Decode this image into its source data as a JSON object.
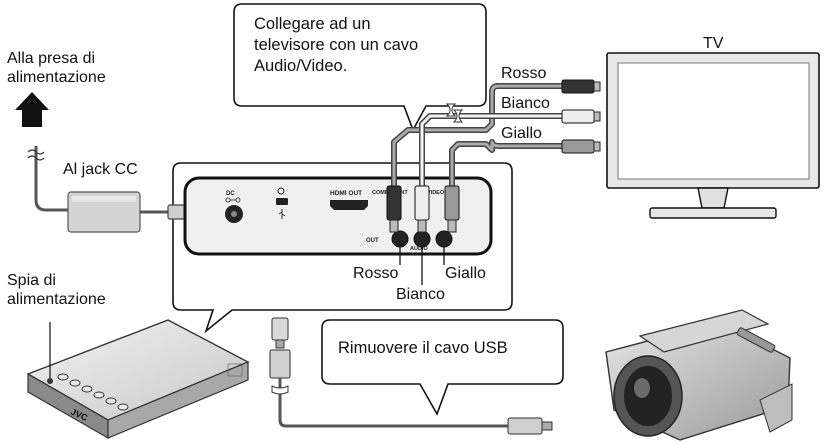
{
  "callout_tv": {
    "lines": [
      "Collegare ad un",
      "televisore con un cavo",
      "Audio/Video."
    ]
  },
  "callout_usb": {
    "text": "Rimuovere il cavo USB"
  },
  "labels": {
    "power_outlet": [
      "Alla presa di",
      "alimentazione"
    ],
    "dc_jack": "Al jack CC",
    "power_lamp": [
      "Spia di",
      "alimentazione"
    ],
    "tv": "TV",
    "cable_red": "Rosso",
    "cable_white": "Bianco",
    "cable_yellow": "Giallo",
    "jack_red": "Rosso",
    "jack_white": "Bianco",
    "jack_yellow": "Giallo"
  },
  "panel_markings": {
    "dc": "DC",
    "hdmi_out": "HDMI OUT",
    "component": "COMPONENT",
    "video": "VIDEO",
    "audio": "AUDIO",
    "out": "OUT"
  },
  "brand": "JVC",
  "icons": [
    "arrow-up-icon",
    "power-plug-symbol-icon",
    "usb-symbol-icon",
    "power-lamp-icon"
  ]
}
